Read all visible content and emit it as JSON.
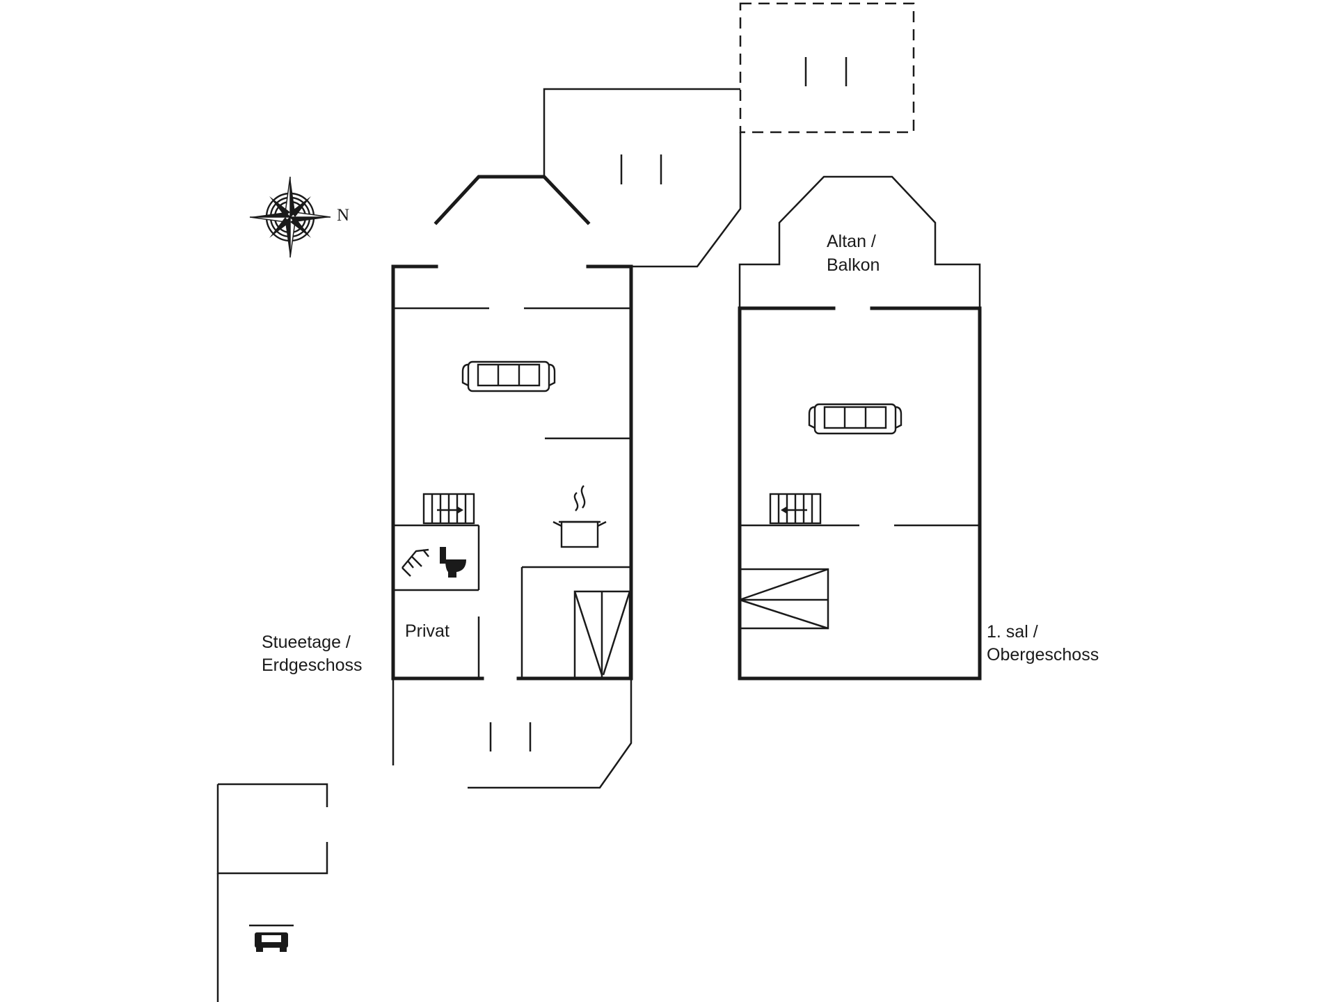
{
  "compass": {
    "north_label": "N"
  },
  "floors": {
    "ground": {
      "line1": "Stueetage /",
      "line2": "Erdgeschoss"
    },
    "upper": {
      "line1": "1. sal /",
      "line2": "Obergeschoss"
    }
  },
  "rooms": {
    "private_label": "Privat",
    "balcony_line1": "Altan /",
    "balcony_line2": "Balkon"
  },
  "icons": [
    "compass-rose-icon",
    "sofa-icon",
    "stairs-icon",
    "cooking-pot-icon",
    "shower-icon",
    "toilet-icon",
    "car-icon"
  ]
}
